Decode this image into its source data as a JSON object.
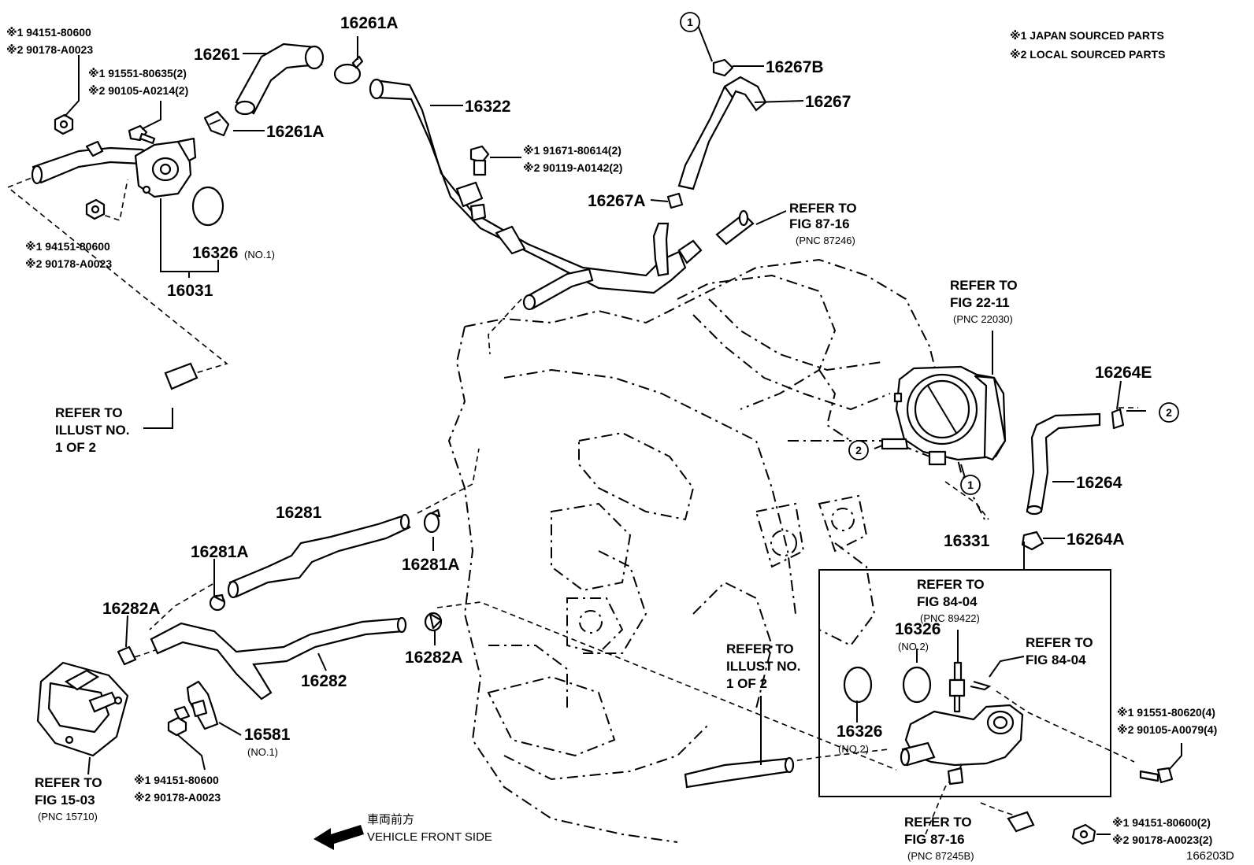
{
  "legend": {
    "note1": "※1 JAPAN SOURCED PARTS",
    "note2": "※2 LOCAL SOURCED PARTS"
  },
  "parts": {
    "p16261": "16261",
    "p16261A_top": "16261A",
    "p16261A_mid": "16261A",
    "p16322": "16322",
    "p16267B": "16267B",
    "p16267": "16267",
    "p16267A": "16267A",
    "p16326_no1": "16326",
    "p16326_no1_sub": "(NO.1)",
    "p16031": "16031",
    "p16264E": "16264E",
    "p16264": "16264",
    "p16264A": "16264A",
    "p16331": "16331",
    "p16281": "16281",
    "p16281A_left": "16281A",
    "p16281A_right": "16281A",
    "p16282A_left": "16282A",
    "p16282A_right": "16282A",
    "p16282": "16282",
    "p16581": "16581",
    "p16581_sub": "(NO.1)",
    "p16326_no2_a": "16326",
    "p16326_no2_a_sub": "(NO.2)",
    "p16326_no2_b": "16326",
    "p16326_no2_b_sub": "(NO.2)"
  },
  "fasteners": {
    "tl_nut_1": "※1 94151-80600",
    "tl_nut_2": "※2 90178-A0023",
    "tl_bolt_1": "※1 91551-80635(2)",
    "tl_bolt_2": "※2 90105-A0214(2)",
    "ml_nut_1": "※1 94151-80600",
    "ml_nut_2": "※2 90178-A0023",
    "mid_bolt_1": "※1 91671-80614(2)",
    "mid_bolt_2": "※2 90119-A0142(2)",
    "bl_nut_1": "※1 94151-80600",
    "bl_nut_2": "※2 90178-A0023",
    "br_bolt_1": "※1 91551-80620(4)",
    "br_bolt_2": "※2 90105-A0079(4)",
    "br_nut_1": "※1 94151-80600(2)",
    "br_nut_2": "※2 90178-A0023(2)"
  },
  "refs": {
    "r8716a_1": "REFER TO",
    "r8716a_2": "FIG 87-16",
    "r8716a_3": "(PNC 87246)",
    "r2211_1": "REFER TO",
    "r2211_2": "FIG 22-11",
    "r2211_3": "(PNC 22030)",
    "rill_left_1": "REFER TO",
    "rill_left_2": "ILLUST NO.",
    "rill_left_3": "1 OF 2",
    "r8404a_1": "REFER TO",
    "r8404a_2": "FIG 84-04",
    "r8404a_3": "(PNC 89422)",
    "r8404b_1": "REFER TO",
    "r8404b_2": "FIG 84-04",
    "rill_mid_1": "REFER TO",
    "rill_mid_2": "ILLUST NO.",
    "rill_mid_3": "1 OF 2",
    "r1503_1": "REFER TO",
    "r1503_2": "FIG 15-03",
    "r1503_3": "(PNC 15710)",
    "r8716b_1": "REFER TO",
    "r8716b_2": "FIG 87-16",
    "r8716b_3": "(PNC 87245B)"
  },
  "callouts": {
    "c1_top": "1",
    "c1_mid": "1",
    "c2_left": "2",
    "c2_right": "2"
  },
  "front": {
    "jp": "車両前方",
    "en": "VEHICLE FRONT SIDE"
  },
  "figure_id": "166203D"
}
